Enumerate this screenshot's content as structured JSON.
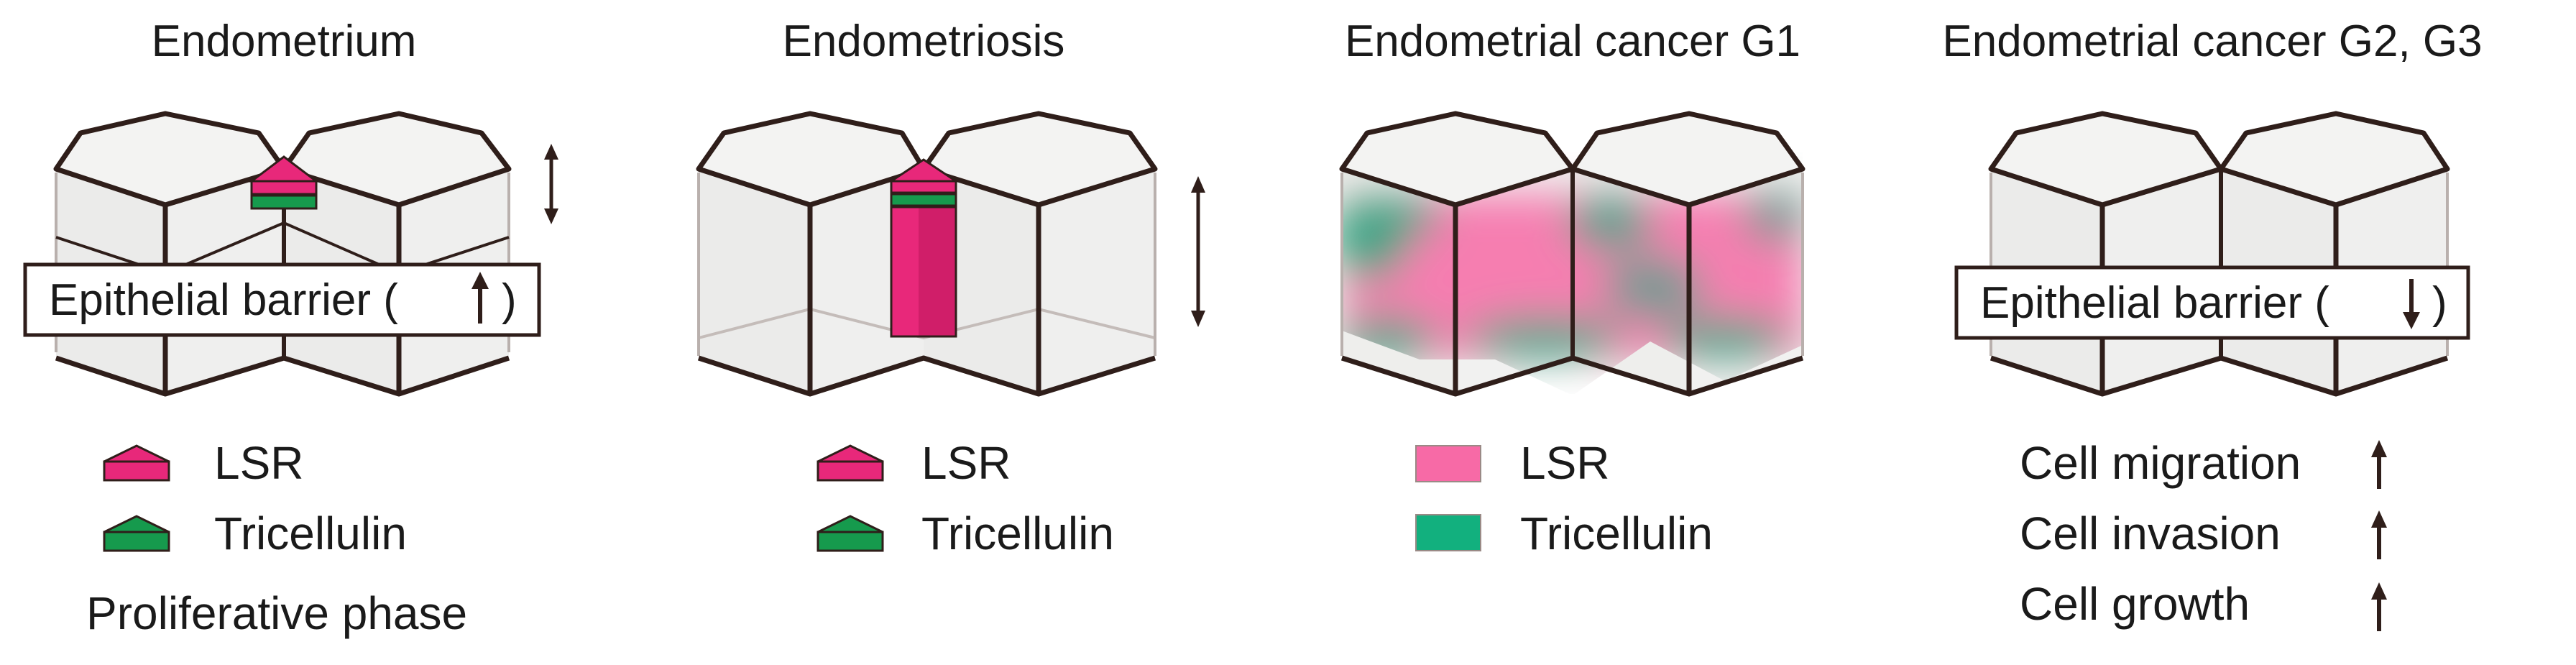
{
  "panels": [
    {
      "title": "Endometrium",
      "barrier_label": "Epithelial barrier (",
      "barrier_close": ")",
      "barrier_direction": "up",
      "legend": [
        {
          "symbol": "roof",
          "label": "LSR",
          "color": "#e8287a"
        },
        {
          "symbol": "roof",
          "label": "Tricellulin",
          "color": "#169a4d"
        }
      ],
      "caption": "Proliferative phase"
    },
    {
      "title": "Endometriosis",
      "legend": [
        {
          "symbol": "roof",
          "label": "LSR",
          "color": "#e8287a"
        },
        {
          "symbol": "roof",
          "label": "Tricellulin",
          "color": "#169a4d"
        }
      ]
    },
    {
      "title": "Endometrial cancer G1",
      "legend": [
        {
          "symbol": "box",
          "label": "LSR",
          "color": "#f76aa6"
        },
        {
          "symbol": "box",
          "label": "Tricellulin",
          "color": "#12b07e"
        }
      ]
    },
    {
      "title": "Endometrial cancer G2, G3",
      "barrier_label": "Epithelial barrier (",
      "barrier_close": ")",
      "barrier_direction": "down",
      "effects": [
        {
          "label": "Cell migration",
          "direction": "up"
        },
        {
          "label": "Cell invasion",
          "direction": "up"
        },
        {
          "label": "Cell growth",
          "direction": "up"
        }
      ]
    }
  ],
  "colors": {
    "outline": "#2f1e1a",
    "cell_fill": "#f2f2f0",
    "lsr": "#e8287a",
    "tricellulin": "#169a4d",
    "cancer_lsr": "#f76aa6",
    "cancer_tric": "#12b07e"
  }
}
